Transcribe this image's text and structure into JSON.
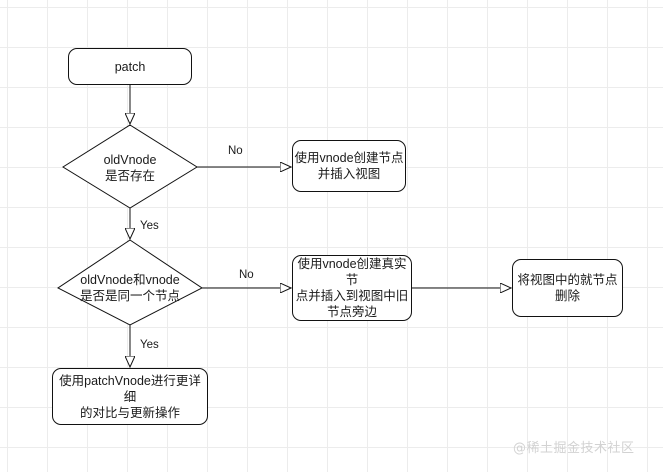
{
  "diagram": {
    "title": "patch flowchart",
    "background": "#ffffff",
    "grid_color": "#ececec",
    "stroke_color": "#121212",
    "text_color": "#1a1a1a",
    "nodes": {
      "start": {
        "label": "patch",
        "shape": "rounded-rectangle"
      },
      "decision_old_vnode_exists": {
        "label": "oldVnode\n是否存在",
        "shape": "diamond"
      },
      "create_node_insert_view": {
        "label": "使用vnode创建节点\n并插入视图",
        "shape": "rounded-rectangle"
      },
      "decision_same_node": {
        "label": "oldVnode和vnode\n是否是同一个节点",
        "shape": "diamond"
      },
      "create_real_node_beside_old": {
        "label": "使用vnode创建真实节\n点并插入到视图中旧\n节点旁边",
        "shape": "rounded-rectangle"
      },
      "remove_old_node": {
        "label": "将视图中的就节点\n删除",
        "shape": "rounded-rectangle"
      },
      "patch_vnode_detail": {
        "label": "使用patchVnode进行更详细\n的对比与更新操作",
        "shape": "rounded-rectangle"
      }
    },
    "edge_labels": {
      "old_vnode_no": "No",
      "old_vnode_yes": "Yes",
      "same_node_no": "No",
      "same_node_yes": "Yes"
    },
    "watermark": "@稀土掘金技术社区"
  }
}
